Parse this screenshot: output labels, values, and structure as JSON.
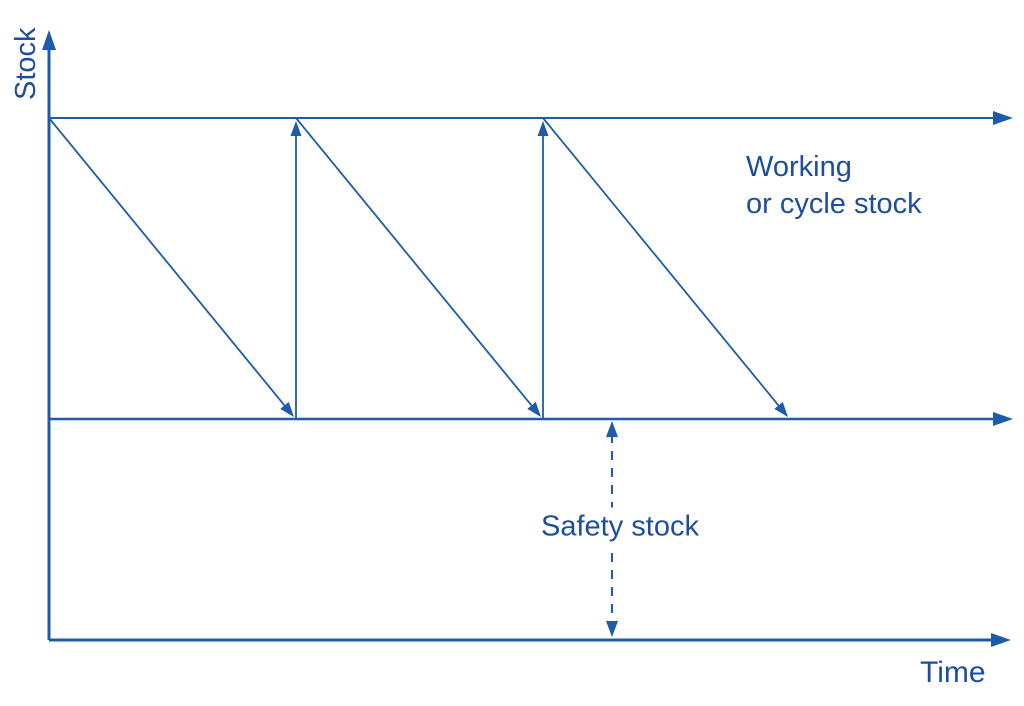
{
  "diagram": {
    "kind": "inventory-sawtooth-diagram",
    "axes": {
      "y_label": "Stock",
      "x_label": "Time"
    },
    "annotations": {
      "working_line1": "Working",
      "working_line2": "or cycle stock",
      "safety": "Safety stock"
    },
    "structure": {
      "horizontal_levels": [
        "maximum stock level line",
        "safety stock level line",
        "time axis baseline"
      ],
      "replenishment_cycles": 3,
      "depletion_arrows": "diagonal, pointing down-right onto safety stock line",
      "replenishment_arrows": "vertical, pointing up to maximum stock line",
      "safety_band_marker": "dashed double-headed vertical arrow between safety stock line and time axis"
    },
    "colors": {
      "line": "#1e5ca9",
      "text": "#1d4d9d",
      "background": "#ffffff"
    }
  }
}
